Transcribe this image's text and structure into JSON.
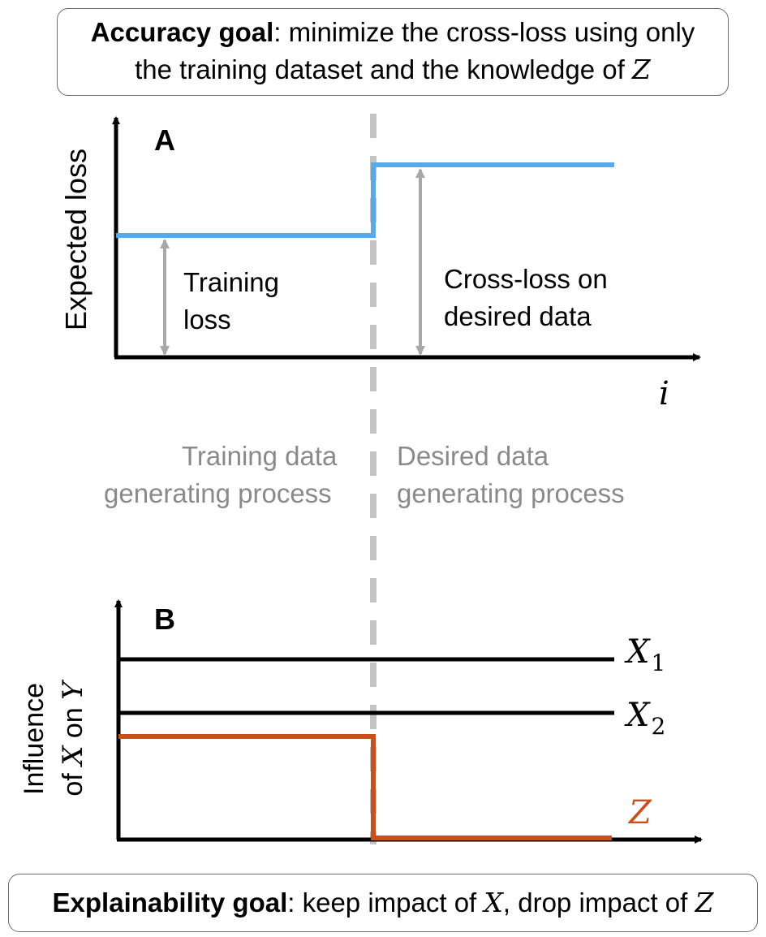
{
  "top_goal": {
    "title": "Accuracy goal",
    "line1_rest": ": minimize the cross-loss using only",
    "line2": "the training dataset and the knowledge of",
    "var": "Z"
  },
  "bottom_goal": {
    "title": "Explainability goal",
    "text_a": ": keep impact of",
    "var_x": "X",
    "text_b": ", drop impact of",
    "var_z": "Z"
  },
  "panel_a": {
    "letter": "A",
    "ylabel": "Expected loss",
    "xlabel": "i",
    "training_loss_l1": "Training",
    "training_loss_l2": "loss",
    "cross_loss_l1": "Cross-loss on",
    "cross_loss_l2": "desired data",
    "line_color": "#5aa9e6"
  },
  "process_labels": {
    "training_l1": "Training data",
    "training_l2": "generating process",
    "desired_l1": "Desired data",
    "desired_l2": "generating process"
  },
  "panel_b": {
    "letter": "B",
    "ylabel_l1": "Influence",
    "ylabel_l2_a": "of",
    "ylabel_l2_x": "X",
    "ylabel_l2_b": "on",
    "ylabel_l2_y": "Y",
    "x1_var": "X",
    "x1_sub": "1",
    "x2_var": "X",
    "x2_sub": "2",
    "z_var": "Z",
    "z_color": "#c8501c"
  },
  "chart_data": [
    {
      "type": "line",
      "title": "A",
      "xlabel": "i",
      "ylabel": "Expected loss",
      "series": [
        {
          "name": "",
          "x": [
            "training",
            "training",
            "desired",
            "desired"
          ],
          "values": [
            "low",
            "low",
            "high",
            "high"
          ]
        }
      ],
      "annotations": [
        "Training loss",
        "Cross-loss on desired data"
      ]
    },
    {
      "type": "line",
      "title": "B",
      "ylabel": "Influence of X on Y",
      "series": [
        {
          "name": "X1",
          "values": [
            "constant high",
            "constant high"
          ]
        },
        {
          "name": "X2",
          "values": [
            "constant",
            "constant"
          ]
        },
        {
          "name": "Z",
          "values": [
            "high before split",
            "zero after split"
          ]
        }
      ]
    }
  ]
}
